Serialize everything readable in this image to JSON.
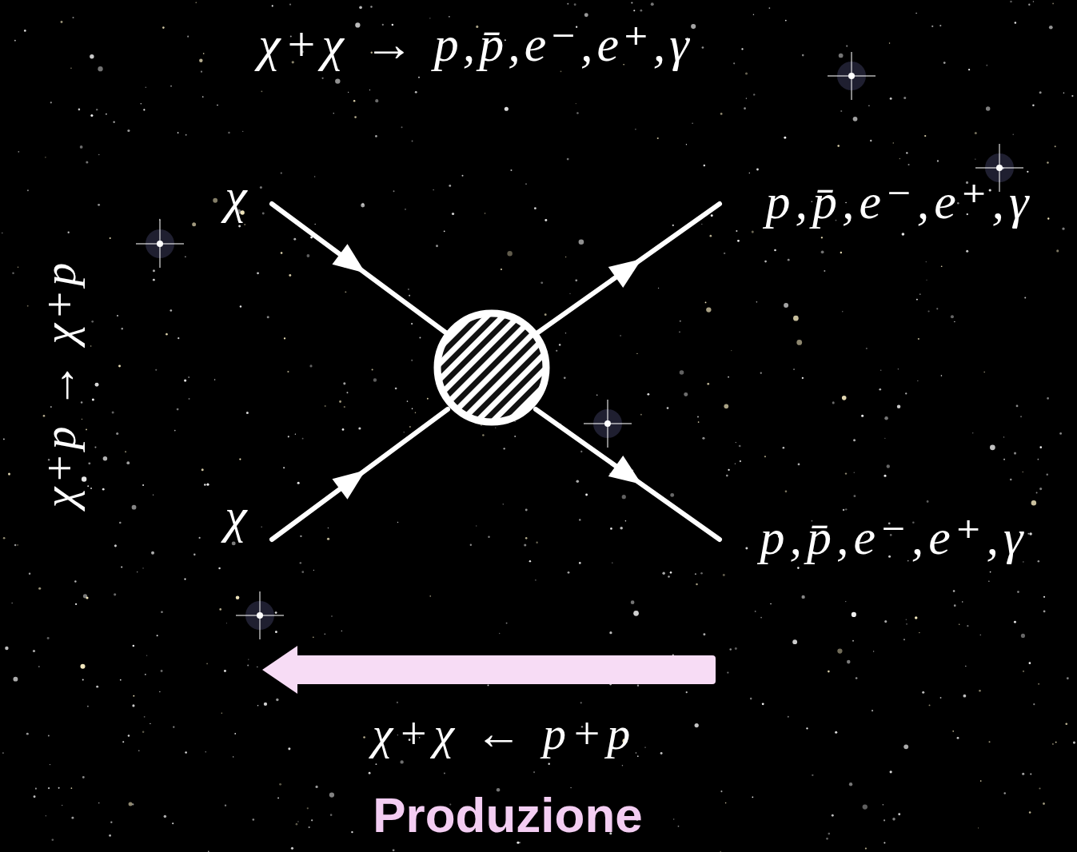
{
  "diagram": {
    "labels": [
      "χ+χ → p,p̄,e⁻,e⁺,γ",
      "χ+p → χ+p",
      "χ",
      "p,p̄,e⁻,e⁺,γ",
      "χ",
      "p,p̄,e⁻,e⁺,γ",
      "χ+χ ← p+p",
      "Produzione"
    ]
  }
}
